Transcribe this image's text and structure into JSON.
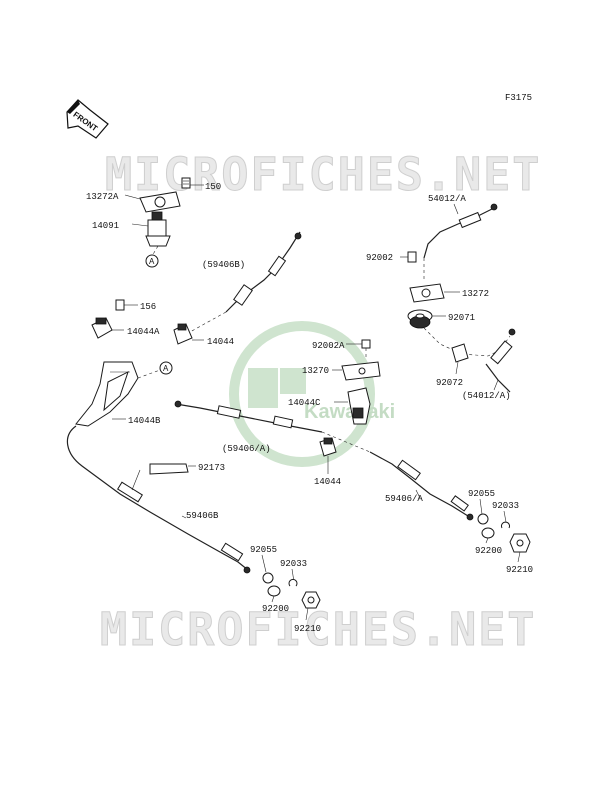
{
  "figure_code": "F3175",
  "front_label": "FRONT",
  "watermark": "MICROFICHES.NET",
  "logo_text": "Kawasaki",
  "callout": "A",
  "parts": {
    "p150": "150",
    "p13272A": "13272A",
    "p14091": "14091",
    "p59406B_paren": "(59406B)",
    "p156": "156",
    "p14044A": "14044A",
    "p14044_top": "14044",
    "p14044B": "14044B",
    "p92002A": "92002A",
    "p13270": "13270",
    "p14044C": "14044C",
    "p59406A_paren": "(59406/A)",
    "p14044_mid": "14044",
    "p92173": "92173",
    "p59406B": "59406B",
    "p92055_left": "92055",
    "p92033_left": "92033",
    "p92200_left": "92200",
    "p92210_left": "92210",
    "p54012A": "54012/A",
    "p92002": "92002",
    "p13272": "13272",
    "p92071": "92071",
    "p92072": "92072",
    "p54012A_paren": "(54012/A)",
    "p59406A": "59406/A",
    "p92055_right": "92055",
    "p92033_right": "92033",
    "p92200_right": "92200",
    "p92210_right": "92210"
  }
}
